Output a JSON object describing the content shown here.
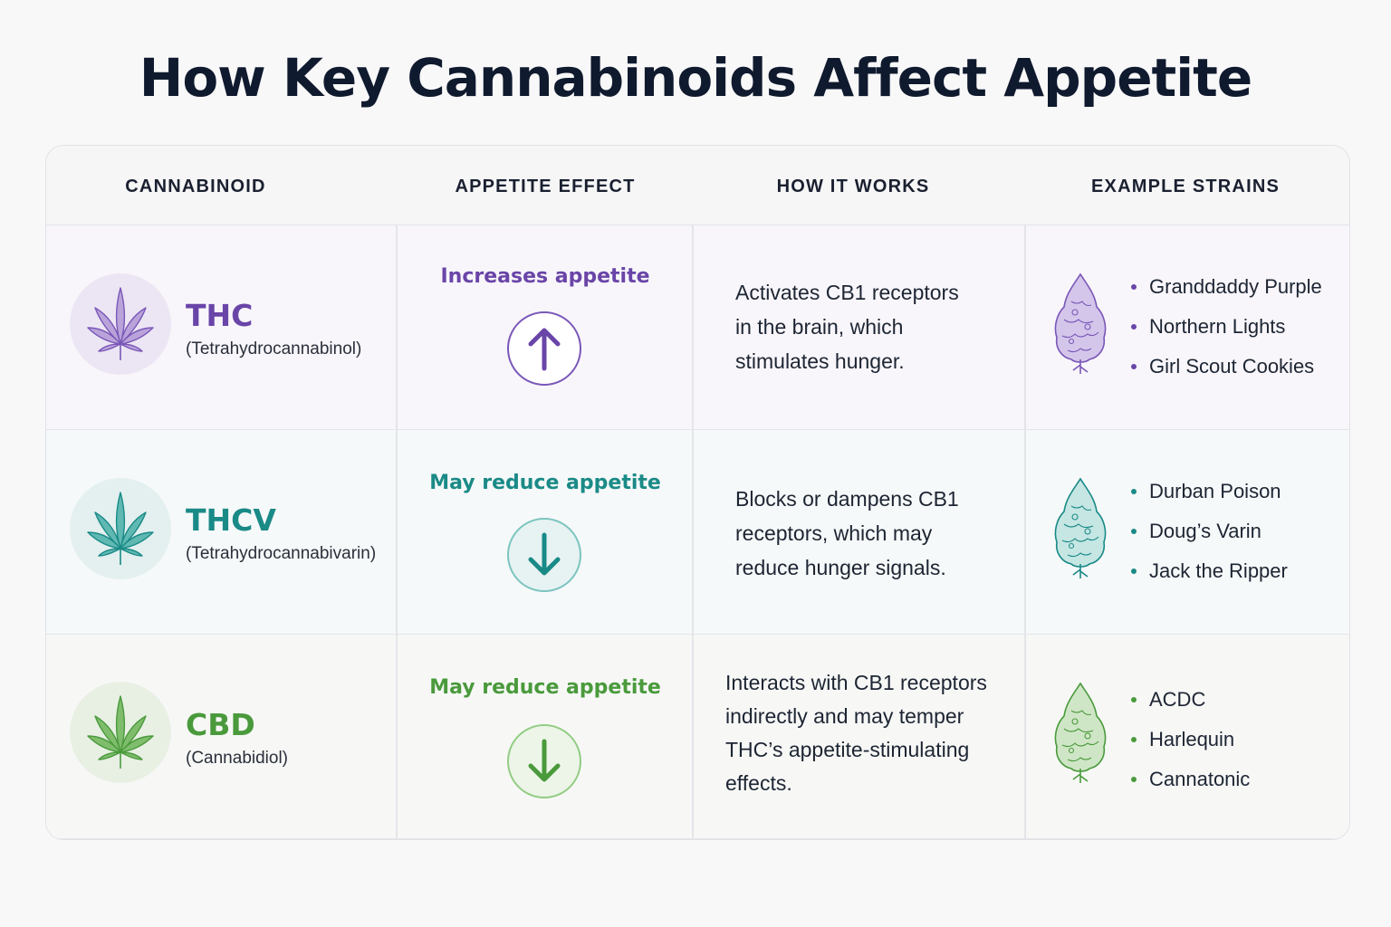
{
  "title": "How Key Cannabinoids Affect Appetite",
  "headers": [
    "CANNABINOID",
    "APPETITE EFFECT",
    "HOW IT WORKS",
    "EXAMPLE STRAINS"
  ],
  "colors": {
    "thc": "#6a45a8",
    "thcv": "#1a8a87",
    "cbd": "#4a9a3c"
  },
  "rows": [
    {
      "name": "THC",
      "full": "(Tetrahydrocannabinol)",
      "effect": "Increases appetite",
      "direction": "up",
      "icon": "cannabis-leaf-icon",
      "arrow_icon": "arrow-up-icon",
      "how": [
        "Activates CB1 receptors",
        "in the brain, which",
        "stimulates hunger."
      ],
      "strains": [
        "Granddaddy Purple",
        "Northern Lights",
        "Girl Scout Cookies"
      ]
    },
    {
      "name": "THCV",
      "full": "(Tetrahydrocannabivarin)",
      "effect": "May reduce appetite",
      "direction": "down",
      "icon": "cannabis-leaf-icon",
      "arrow_icon": "arrow-down-icon",
      "how": [
        "Blocks or dampens CB1",
        "receptors, which may",
        "reduce hunger signals."
      ],
      "strains": [
        "Durban Poison",
        "Doug’s Varin",
        "Jack the Ripper"
      ]
    },
    {
      "name": "CBD",
      "full": "(Cannabidiol)",
      "effect": "May reduce appetite",
      "direction": "down",
      "icon": "cannabis-leaf-icon",
      "arrow_icon": "arrow-down-icon",
      "how": [
        "Interacts with CB1 receptors",
        "indirectly and may temper",
        "THC’s appetite-stimulating",
        "effects."
      ],
      "strains": [
        "ACDC",
        "Harlequin",
        "Cannatonic"
      ]
    }
  ]
}
